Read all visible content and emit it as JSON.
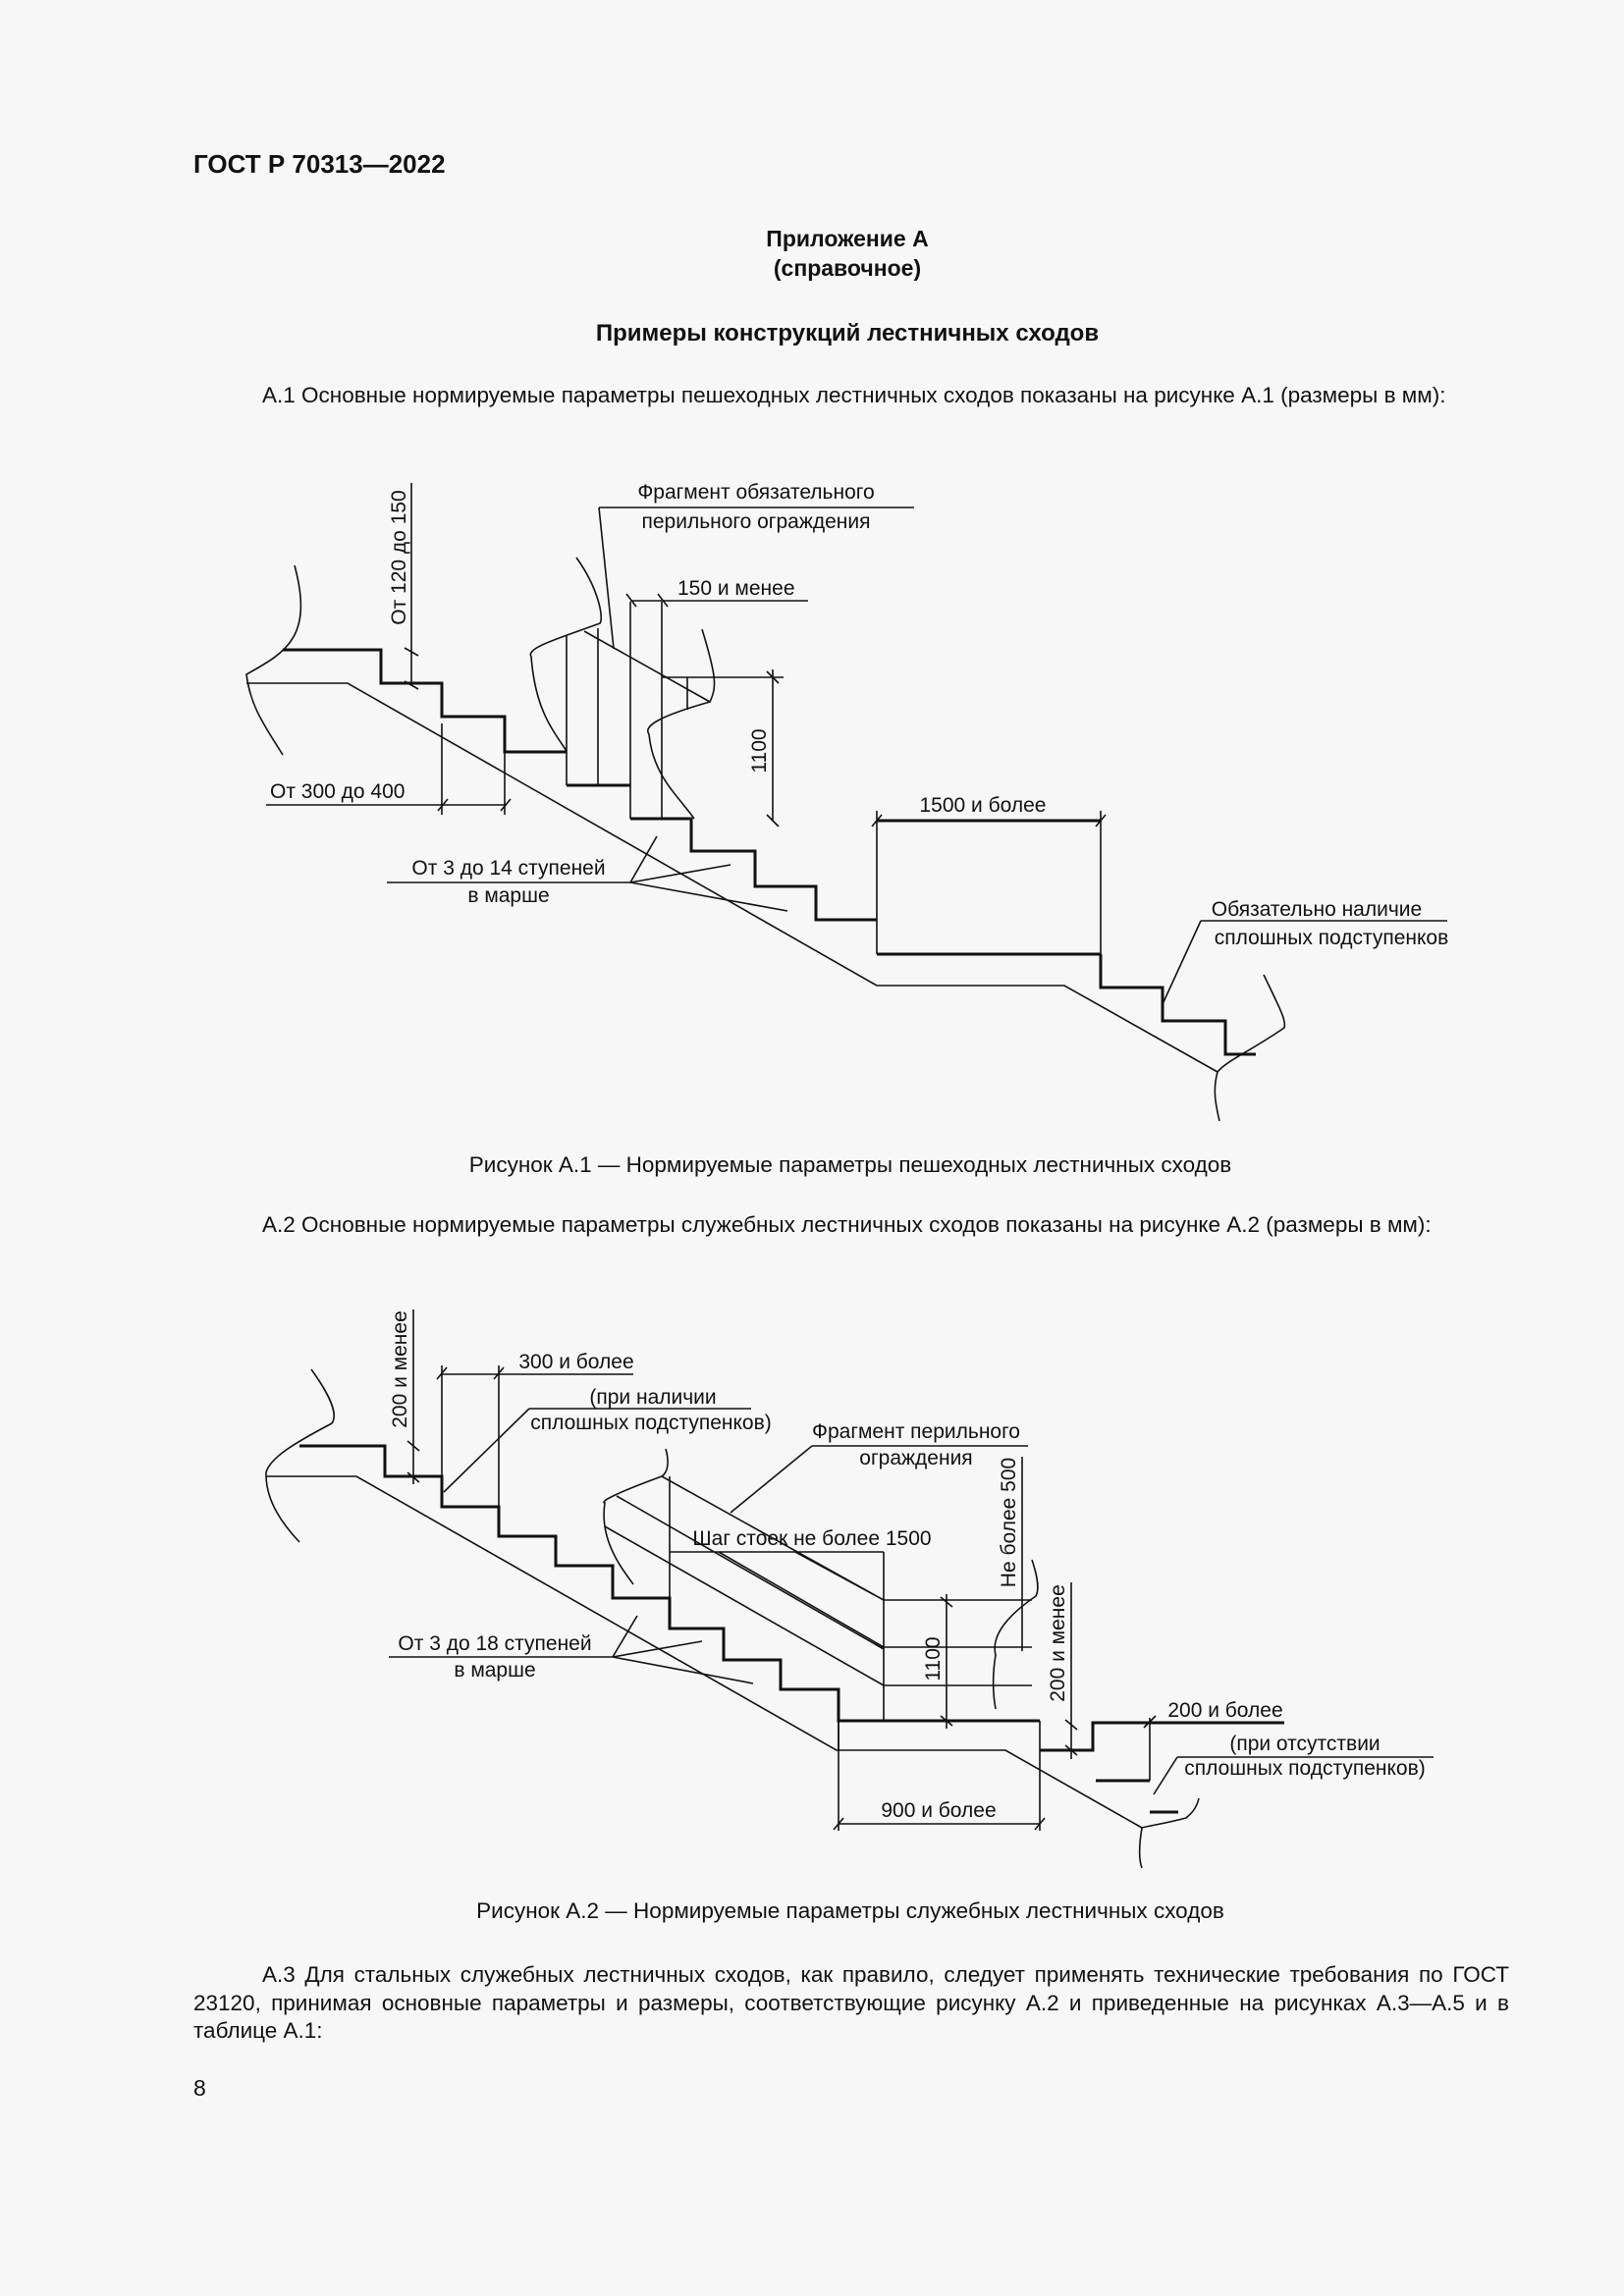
{
  "header": {
    "doc_number": "ГОСТ Р 70313—2022"
  },
  "appendix": {
    "title": "Приложение А",
    "subtitle": "(справочное)",
    "heading": "Примеры конструкций лестничных сходов"
  },
  "paragraphs": {
    "a1": "А.1 Основные нормируемые параметры пешеходных лестничных сходов показаны на рисунке А.1 (размеры в мм):",
    "a2": "А.2 Основные нормируемые параметры служебных лестничных сходов показаны на рисунке А.2 (размеры в мм):",
    "a3": "А.3 Для стальных служебных лестничных сходов, как правило, следует применять технические требования по ГОСТ 23120, принимая основные параметры и размеры, соответствующие рисунку А.2 и приведенные на рисунках А.3—А.5 и в таблице А.1:"
  },
  "figure1": {
    "caption": "Рисунок А.1 — Нормируемые параметры пешеходных лестничных сходов",
    "labels": {
      "riser": "От 120 до 150",
      "railing_1": "Фрагмент обязательного",
      "railing_2": "перильного ограждения",
      "gap": "150 и менее",
      "height": "1100",
      "tread": "От 300 до 400",
      "steps_1": "От 3 до 14 ступеней",
      "steps_2": "в марше",
      "landing": "1500 и более",
      "risers_1": "Обязательно наличие",
      "risers_2": "сплошных подступенков"
    }
  },
  "figure2": {
    "caption": "Рисунок А.2 — Нормируемые параметры служебных лестничных сходов",
    "labels": {
      "riser": "200 и менее",
      "tread": "300 и более",
      "tread_note_1": "(при наличии",
      "tread_note_2": "сплошных подступенков)",
      "railing_1": "Фрагмент перильного",
      "railing_2": "ограждения",
      "post_step": "Шаг стоек не более 1500",
      "gap": "Не более 500",
      "height": "1100",
      "riser_right": "200 и менее",
      "tread_right": "200 и более",
      "tread_right_note_1": "(при отсутствии",
      "tread_right_note_2": "сплошных подступенков)",
      "steps_1": "От 3 до 18 ступеней",
      "steps_2": "в марше",
      "landing": "900 и более"
    }
  },
  "footer": {
    "page_number": "8"
  }
}
